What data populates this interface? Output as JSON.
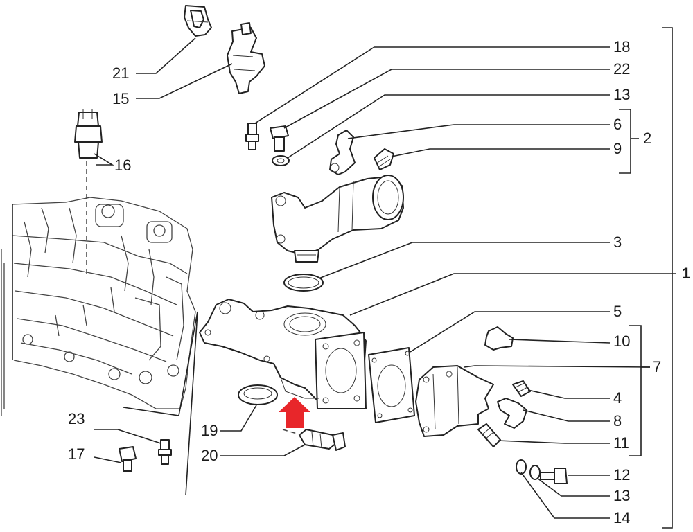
{
  "labels": {
    "c1": "1",
    "c2": "2",
    "c3": "3",
    "c4": "4",
    "c5": "5",
    "c6": "6",
    "c7": "7",
    "c8": "8",
    "c9": "9",
    "c10": "10",
    "c11": "11",
    "c12": "12",
    "c13a": "13",
    "c13b": "13",
    "c14": "14",
    "c15": "15",
    "c16": "16",
    "c17": "17",
    "c18": "18",
    "c19": "19",
    "c20": "20",
    "c21": "21",
    "c22": "22",
    "c23": "23"
  },
  "colors": {
    "line": "#222222",
    "arrow": "#e8262a",
    "background": "#ffffff"
  }
}
